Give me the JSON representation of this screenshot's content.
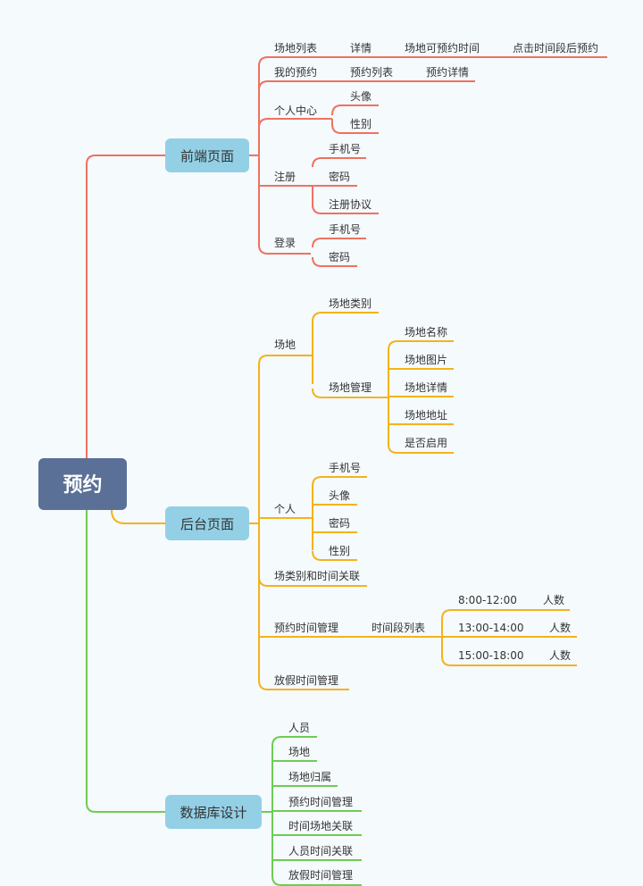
{
  "root": {
    "label": "预约"
  },
  "colors": {
    "background": "#f5fafd",
    "root_fill": "#5a7096",
    "branch_fill": "#93d0e6",
    "frontend_line": "#ef7260",
    "backend_line": "#f5b21c",
    "database_line": "#6fcb55"
  },
  "branches": [
    {
      "label": "前端页面",
      "children": [
        {
          "label": "场地列表",
          "children": [
            {
              "label": "详情",
              "children": [
                {
                  "label": "场地可预约时间",
                  "children": [
                    {
                      "label": "点击时间段后预约"
                    }
                  ]
                }
              ]
            }
          ]
        },
        {
          "label": "我的预约",
          "children": [
            {
              "label": "预约列表",
              "children": [
                {
                  "label": "预约详情"
                }
              ]
            }
          ]
        },
        {
          "label": "个人中心",
          "children": [
            {
              "label": "头像"
            },
            {
              "label": "性别"
            }
          ]
        },
        {
          "label": "注册",
          "children": [
            {
              "label": "手机号"
            },
            {
              "label": "密码"
            },
            {
              "label": "注册协议"
            }
          ]
        },
        {
          "label": "登录",
          "children": [
            {
              "label": "手机号"
            },
            {
              "label": "密码"
            }
          ]
        }
      ]
    },
    {
      "label": "后台页面",
      "children": [
        {
          "label": "场地",
          "children": [
            {
              "label": "场地类别"
            },
            {
              "label": "场地管理",
              "children": [
                {
                  "label": "场地名称"
                },
                {
                  "label": "场地图片"
                },
                {
                  "label": "场地详情"
                },
                {
                  "label": "场地地址"
                },
                {
                  "label": "是否启用"
                }
              ]
            }
          ]
        },
        {
          "label": "个人",
          "children": [
            {
              "label": "手机号"
            },
            {
              "label": "头像"
            },
            {
              "label": "密码"
            },
            {
              "label": "性别"
            }
          ]
        },
        {
          "label": "场类别和时间关联"
        },
        {
          "label": "预约时间管理",
          "children": [
            {
              "label": "时间段列表",
              "children": [
                {
                  "label": "8:00-12:00",
                  "children": [
                    {
                      "label": "人数"
                    }
                  ]
                },
                {
                  "label": "13:00-14:00",
                  "children": [
                    {
                      "label": "人数"
                    }
                  ]
                },
                {
                  "label": "15:00-18:00",
                  "children": [
                    {
                      "label": "人数"
                    }
                  ]
                }
              ]
            }
          ]
        },
        {
          "label": "放假时间管理"
        }
      ]
    },
    {
      "label": "数据库设计",
      "children": [
        {
          "label": "人员"
        },
        {
          "label": "场地"
        },
        {
          "label": "场地归属"
        },
        {
          "label": "预约时间管理"
        },
        {
          "label": "时间场地关联"
        },
        {
          "label": "人员时间关联"
        },
        {
          "label": "放假时间管理"
        }
      ]
    }
  ]
}
